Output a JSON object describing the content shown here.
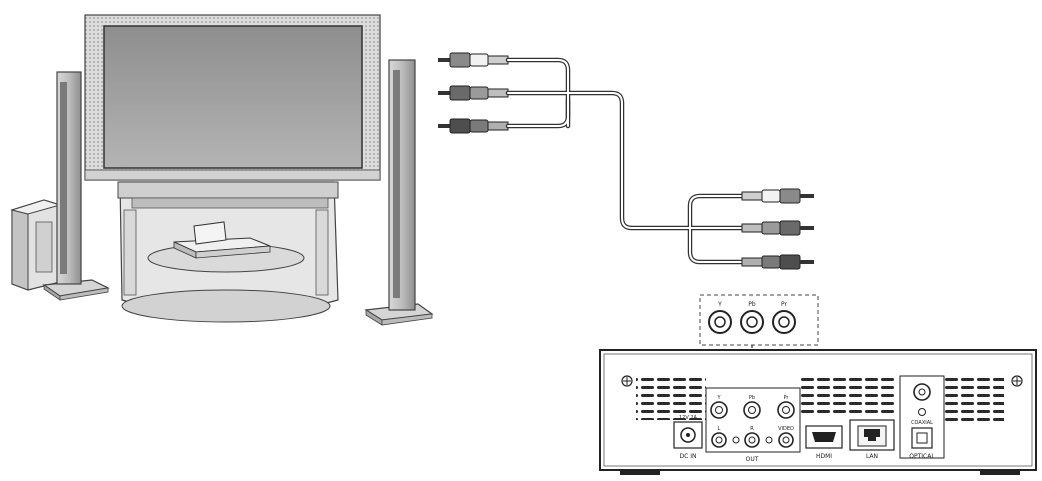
{
  "diagram": {
    "connector_panel_labels": [
      "Y",
      "Pb",
      "Pr"
    ],
    "rear_panel": {
      "component_labels": [
        "Y",
        "Pb",
        "Pr"
      ],
      "composite_labels": [
        "L",
        "R",
        "VIDEO"
      ],
      "dc_in": "DC IN",
      "dc_spec": "12V 2A",
      "out": "OUT",
      "hdmi": "HDMI",
      "lan": "LAN",
      "coaxial": "COAXIAL",
      "optical": "OPTICAL"
    }
  }
}
